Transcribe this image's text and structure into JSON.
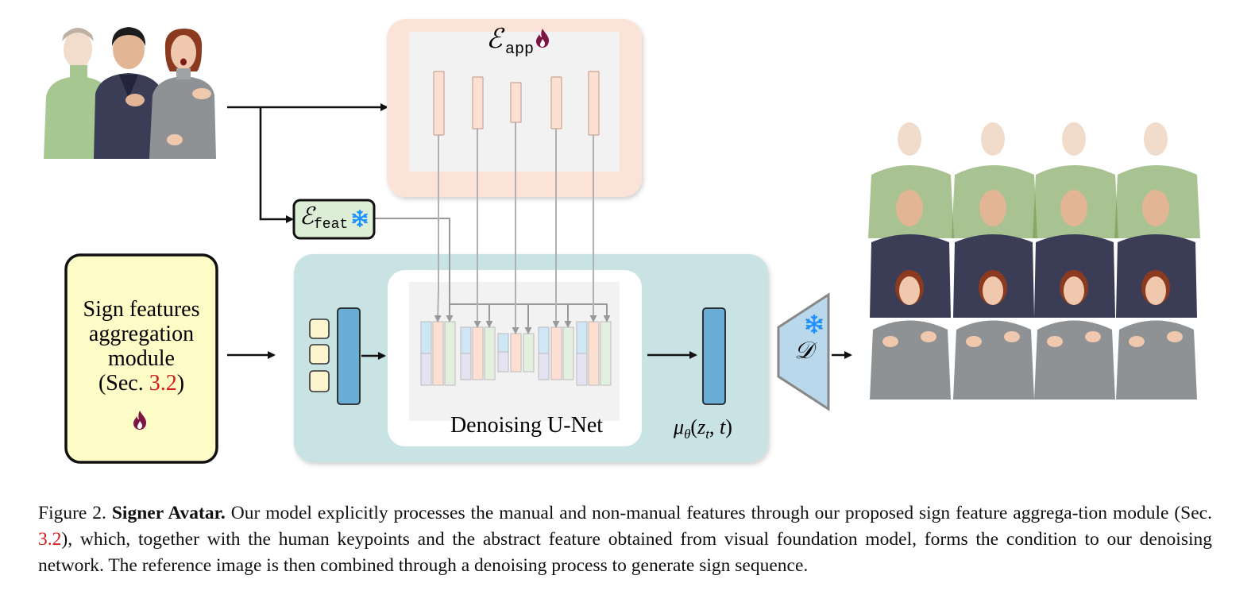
{
  "diagram": {
    "encoder_app": {
      "symbol": "ℰ",
      "subscript": "app",
      "icon": "fire-icon"
    },
    "encoder_feat": {
      "symbol": "ℰ",
      "subscript": "feat",
      "icon": "snowflake-icon"
    },
    "aggregation_module": {
      "lines": [
        "Sign features",
        "aggregation",
        "module"
      ],
      "ref_prefix": "(Sec. ",
      "ref": "3.2",
      "ref_suffix": ")",
      "icon": "fire-icon"
    },
    "unet_label": "Denoising U-Net",
    "output_label": {
      "mu": "μ",
      "sub": "θ",
      "args_open": "(",
      "z": "z",
      "z_sub": "t",
      "sep": ", ",
      "t": "t",
      "args_close": ")"
    },
    "decoder": {
      "symbol": "𝒟",
      "icon": "snowflake-icon"
    },
    "colors": {
      "appearance_bg": "#fce3d8",
      "denoise_bg": "#c9e3e5",
      "module_bg": "#fdfbc6",
      "feat_bg": "#dcefd6",
      "decoder_bg": "#b9d8ec",
      "latent_blue": "#6aaed6",
      "fire": "#7a1544",
      "snow": "#1e90ff",
      "ref_red": "#d11a1a"
    }
  },
  "caption": {
    "prefix": "Figure 2. ",
    "title": "Signer Avatar.",
    "text1": " Our model explicitly processes the manual and non-manual features through our proposed sign feature aggrega-tion module (Sec. ",
    "ref": "3.2",
    "text2": "), which, together with the human keypoints and the abstract feature obtained from visual foundation model, forms the condition to our denoising network. The reference image is then combined through a denoising process to generate sign sequence."
  }
}
